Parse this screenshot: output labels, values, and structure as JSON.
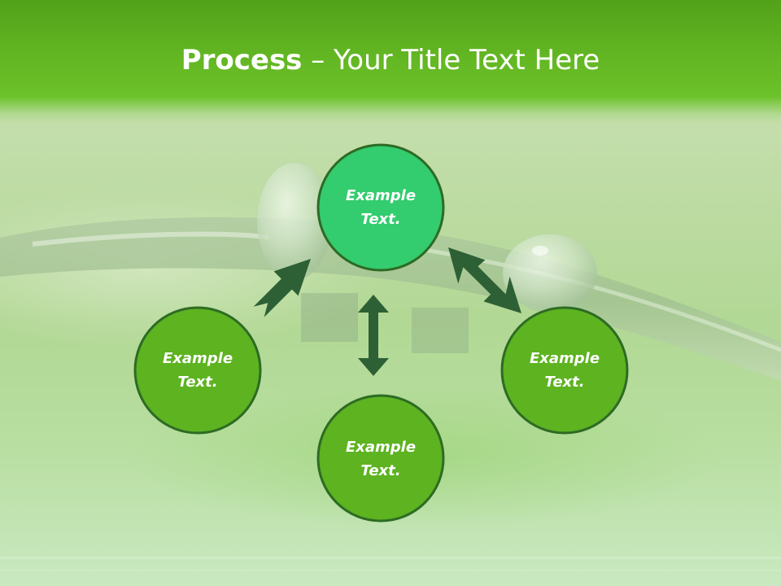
{
  "title": {
    "bold": "Process",
    "rest": " – Your Title Text Here"
  },
  "colors": {
    "header": "#5fb41f",
    "node_top": "#33cc6e",
    "node": "#5db320",
    "node_border": "#2d6b24",
    "arrow": "#2d6034"
  },
  "nodes": {
    "top": {
      "line1": "Example",
      "line2": "Text."
    },
    "left": {
      "line1": "Example",
      "line2": "Text."
    },
    "right": {
      "line1": "Example",
      "line2": "Text."
    },
    "bottom": {
      "line1": "Example",
      "line2": "Text."
    }
  }
}
